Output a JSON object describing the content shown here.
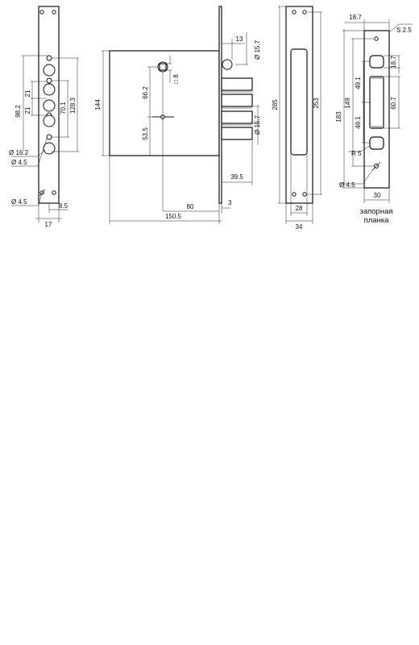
{
  "faceplate": {
    "dim_98_2": "98.2",
    "dim_21_a": "21",
    "dim_21_b": "21",
    "dim_70_1": "70.1",
    "dim_128_3": "128.3",
    "dim_d16_2": "Ø 16.2",
    "dim_d4_5_a": "Ø 4.5",
    "dim_d4_5_b": "Ø 4.5",
    "dim_8_5": "8.5",
    "dim_17": "17"
  },
  "lock_body": {
    "dim_144": "144",
    "dim_66_2": "66.2",
    "dim_53_5": "53.5",
    "dim_sq_8": "□ 8",
    "dim_13": "13",
    "dim_d15_7_top": "Ø 15.7",
    "dim_d15_7_bolts": "Ø 15.7",
    "dim_39_5": "39.5",
    "dim_80": "80",
    "dim_3": "3",
    "dim_150_5": "150.5"
  },
  "front_plate": {
    "dim_285": "285",
    "dim_253": "253",
    "dim_28": "28",
    "dim_34": "34"
  },
  "strike_plate": {
    "dim_18_7_top": "18.7",
    "dim_s2_5": "S 2.5",
    "dim_18_7_side": "18.7",
    "dim_49_1_a": "49.1",
    "dim_49_1_b": "49.1",
    "dim_149": "149",
    "dim_183": "183",
    "dim_60_7": "60.7",
    "dim_r5": "R 5",
    "dim_d4_5": "Ø 4.5",
    "dim_30": "30",
    "caption_line1": "запорная",
    "caption_line2": "планка"
  }
}
